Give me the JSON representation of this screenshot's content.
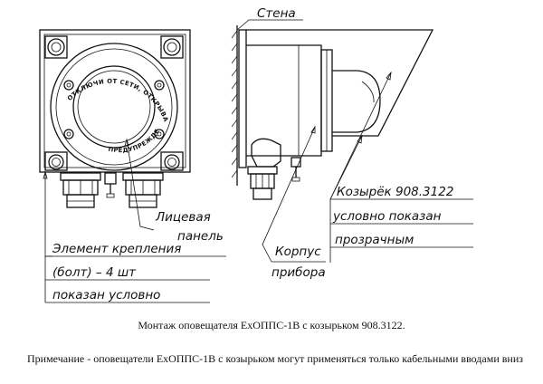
{
  "drawing": {
    "labels": {
      "wall": "Стена",
      "front_panel_line1": "Лицевая",
      "front_panel_line2": "панель",
      "fastener_line1": "Элемент крепления",
      "fastener_line2": "(болт) – 4 шт",
      "fastener_line3": "показан условно",
      "visor_line1": "Козырёк 908.3122",
      "visor_line2": "условно показан",
      "visor_line3": "прозрачным",
      "housing_line1": "Корпус",
      "housing_line2": "прибора"
    },
    "ring_text": {
      "top": "ОТКЛЮЧИ ОТ СЕТИ, ОТКРЫВАТЬ",
      "bottom": "ПРЕДУПРЕЖДЕНИЕ"
    }
  },
  "captions": {
    "title": "Монтаж оповещателя ЕхОППС-1В с козырьком 908.3122.",
    "note": "Примечание - оповещатели ЕхОППС-1В с козырьком могут применяться только кабельными вводами вниз"
  }
}
